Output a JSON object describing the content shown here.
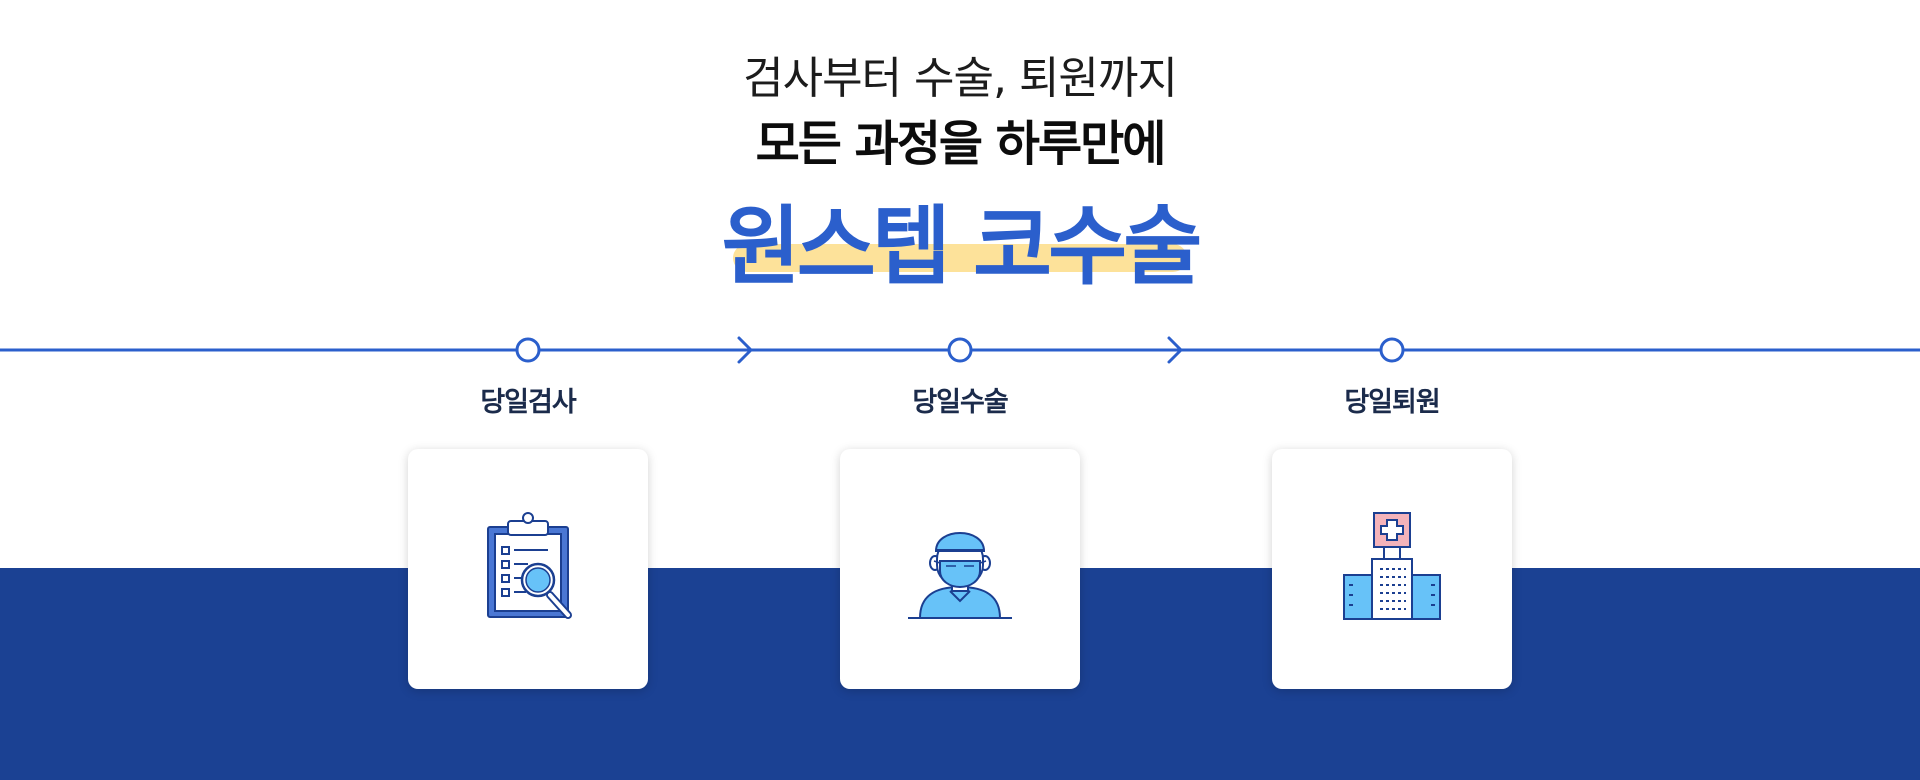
{
  "headline": {
    "line1": "검사부터 수술, 퇴원까지",
    "line2": "모든 과정을 하루만에",
    "line3": "원스텝 코수술"
  },
  "steps": [
    {
      "label": "당일검사",
      "icon": "clipboard-magnifier-icon"
    },
    {
      "label": "당일수술",
      "icon": "surgeon-icon"
    },
    {
      "label": "당일퇴원",
      "icon": "hospital-building-icon"
    }
  ],
  "colors": {
    "primary_blue": "#2b5fcc",
    "navy_band": "#1b4193",
    "highlight_yellow": "#fde29a",
    "light_blue": "#67c2f8",
    "pink": "#f4b3ba",
    "dark_text": "#1b2b4b"
  }
}
